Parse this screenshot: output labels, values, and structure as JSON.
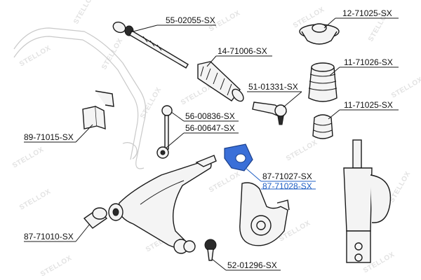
{
  "watermark": {
    "text": "STELLOX"
  },
  "parts": [
    {
      "id": "p1",
      "code": "55-02055-SX",
      "highlight": false
    },
    {
      "id": "p2",
      "code": "12-71025-SX",
      "highlight": false
    },
    {
      "id": "p3",
      "code": "14-71006-SX",
      "highlight": false
    },
    {
      "id": "p4",
      "code": "11-71026-SX",
      "highlight": false
    },
    {
      "id": "p5",
      "code": "51-01331-SX",
      "highlight": false
    },
    {
      "id": "p6",
      "code": "11-71025-SX",
      "highlight": false
    },
    {
      "id": "p7",
      "code": "56-00836-SX",
      "highlight": false
    },
    {
      "id": "p8",
      "code": "56-00647-SX",
      "highlight": false
    },
    {
      "id": "p9",
      "code": "89-71015-SX",
      "highlight": false
    },
    {
      "id": "p10",
      "code": "87-71027-SX",
      "highlight": false
    },
    {
      "id": "p11",
      "code": "87-71028-SX",
      "highlight": true
    },
    {
      "id": "p12",
      "code": "87-71010-SX",
      "highlight": false
    },
    {
      "id": "p13",
      "code": "52-01296-SX",
      "highlight": false
    }
  ],
  "colors": {
    "label": "#111111",
    "highlight": "#1f5fc4",
    "watermark": "#e2e2e2"
  }
}
